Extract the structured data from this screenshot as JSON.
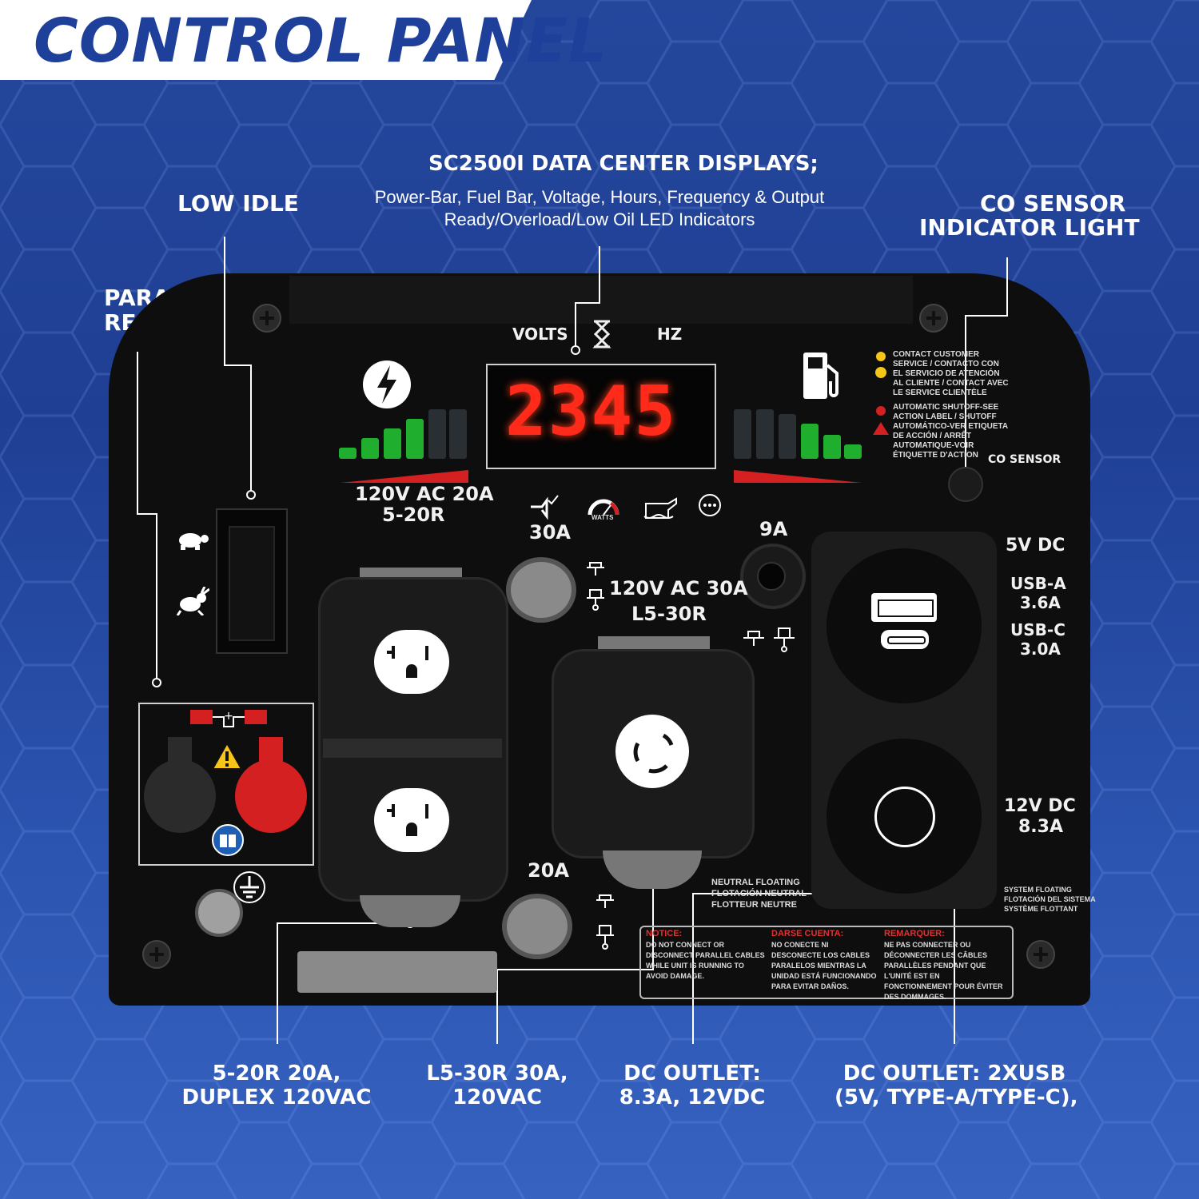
{
  "header": {
    "title": "CONTROL PANEL"
  },
  "callouts": {
    "data_center_title": "SC2500I DATA CENTER DISPLAYS;",
    "data_center_line1": "Power-Bar, Fuel Bar, Voltage, Hours, Frequency & Output",
    "data_center_line2": "Ready/Overload/Low Oil LED Indicators",
    "low_idle": "LOW IDLE",
    "parallel_ready_1": "PARALLEL",
    "parallel_ready_2": "READY",
    "co_sensor_1": "CO SENSOR",
    "co_sensor_2": "INDICATOR LIGHT",
    "bottom_1a": "5-20R 20A,",
    "bottom_1b": "DUPLEX 120VAC",
    "bottom_2a": "L5-30R 30A,",
    "bottom_2b": "120VAC",
    "bottom_3a": "DC OUTLET:",
    "bottom_3b": "8.3A, 12VDC",
    "bottom_4a": "DC OUTLET: 2XUSB",
    "bottom_4b": "(5V, TYPE-A/TYPE-C),"
  },
  "panel": {
    "volts": "VOLTS",
    "hz": "HZ",
    "display_value": "2345",
    "ac20_line1": "120V AC 20A",
    "ac20_line2": "5-20R",
    "breaker30": "30A",
    "breaker20": "20A",
    "breaker9": "9A",
    "watts": "WATTS",
    "ac30_line1": "120V AC 30A",
    "ac30_line2": "L5-30R",
    "dc5": "5V DC",
    "usba_1": "USB-A",
    "usba_2": "3.6A",
    "usbc_1": "USB-C",
    "usbc_2": "3.0A",
    "dc12_1": "12V DC",
    "dc12_2": "8.3A",
    "co_sensor": "CO SENSOR",
    "co_text_1": "CONTACT CUSTOMER SERVICE / CONTACTO CON EL SERVICIO DE ATENCIÓN AL CLIENTE / CONTACT AVEC LE SERVICE CLIENTÈLE",
    "co_text_2": "AUTOMATIC SHUTOFF-SEE ACTION LABEL / SHUTOFF AUTOMÁTICO-VER ETIQUETA DE ACCIÓN / ARRÊT AUTOMATIQUE-VOIR ÉTIQUETTE D'ACTION",
    "neutral_1": "NEUTRAL FLOATING",
    "neutral_2": "FLOTACIÓN NEUTRAL",
    "neutral_3": "FLOTTEUR NEUTRE",
    "system_1": "SYSTEM FLOATING",
    "system_2": "FLOTACIÓN DEL SISTEMA",
    "system_3": "SYSTÈME FLOTTANT",
    "notice_title_en": "NOTICE:",
    "notice_en": "DO NOT CONNECT OR DISCONNECT PARALLEL CABLES WHILE UNIT IS RUNNING TO AVOID DAMAGE.",
    "notice_title_es": "DARSE CUENTA:",
    "notice_es": "NO CONECTE NI DESCONECTE LOS CABLES PARALELOS MIENTRAS LA UNIDAD ESTÁ FUNCIONANDO PARA EVITAR DAÑOS.",
    "notice_title_fr": "REMARQUER:",
    "notice_fr": "NE PAS CONNECTER OU DÉCONNECTER LES CÂBLES PARALLÈLES PENDANT QUE L'UNITÉ EST EN FONCTIONNEMENT POUR ÉVITER DES DOMMAGES."
  },
  "colors": {
    "brand_blue": "#1e3f9a",
    "led_red": "#ff2a1a",
    "bar_green": "#1fae2e",
    "terminal_red": "#d42020"
  },
  "icons": [
    "lightning-icon",
    "fuel-pump-icon",
    "hourglass-icon",
    "turtle-icon",
    "rabbit-icon",
    "warning-icon",
    "manual-icon",
    "ground-icon",
    "plug-check-icon",
    "watts-gauge-icon",
    "oil-can-icon",
    "more-icon",
    "breaker-reset-icon",
    "co-warning-icon"
  ]
}
